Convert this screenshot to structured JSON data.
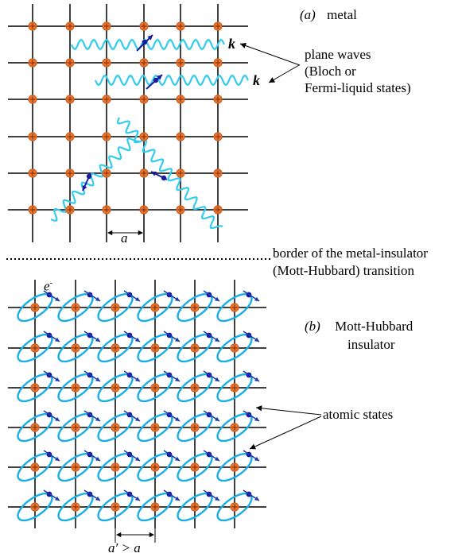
{
  "panel_a": {
    "label": "(a)",
    "title": "metal",
    "wave_label_1": "k",
    "wave_label_2": "k",
    "annotation_line1": "plane waves",
    "annotation_line2": "(Bloch or",
    "annotation_line3": "Fermi-liquid states)",
    "spacing_label": "a"
  },
  "border": {
    "line1": "border of the metal-insulator",
    "line2": "(Mott-Hubbard) transition"
  },
  "panel_b": {
    "label": "(b)",
    "title_line1": "Mott-Hubbard",
    "title_line2": "insulator",
    "electron_label": "e",
    "electron_sup": "-",
    "annotation": "atomic states",
    "spacing_label": "a′ > a"
  },
  "colors": {
    "lattice": "#000000",
    "atom_fill": "#e8762c",
    "atom_cross": "#7a2a10",
    "wave": "#33ccee",
    "orbital": "#19aee6",
    "electron": "#1a1aa0",
    "spin_arrow": "#1a3aaa"
  }
}
